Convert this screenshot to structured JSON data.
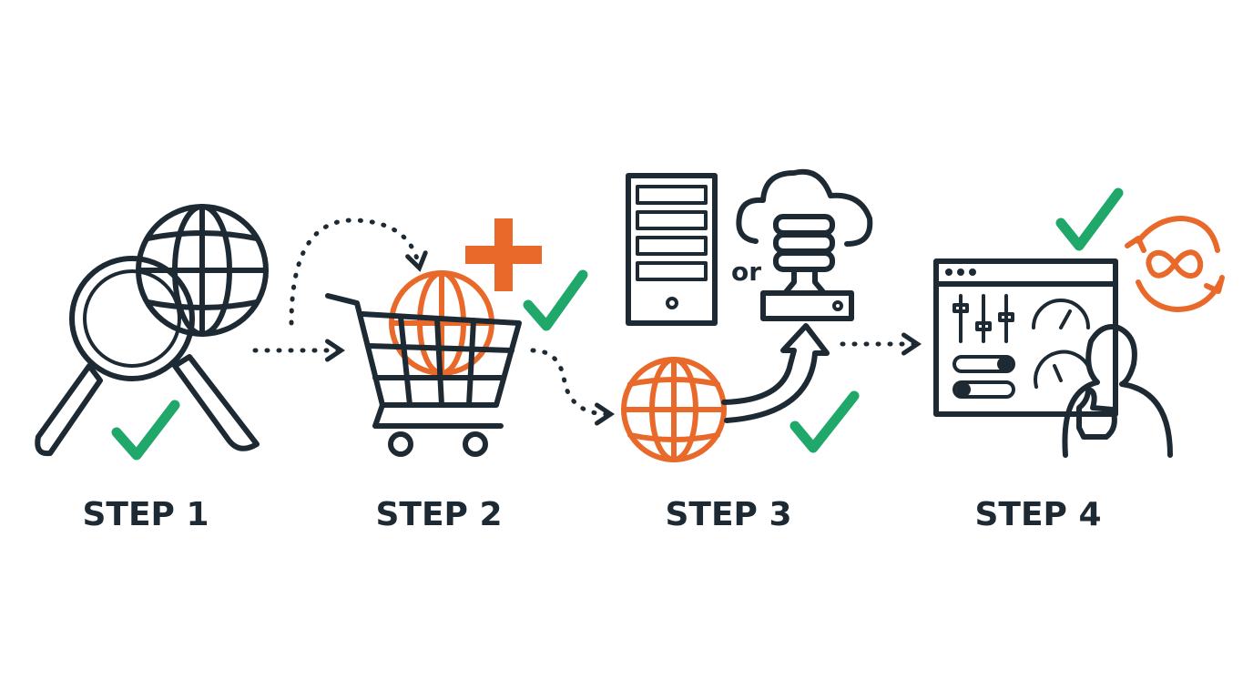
{
  "steps": [
    {
      "label": "STEP 1",
      "icon": "magnifier-globe-icon"
    },
    {
      "label": "STEP 2",
      "icon": "cart-globe-icon"
    },
    {
      "label": "STEP 3",
      "icon": "server-or-cloud-icon"
    },
    {
      "label": "STEP 4",
      "icon": "dashboard-user-icon"
    }
  ],
  "step3_or": "or",
  "colors": {
    "ink": "#1e2a33",
    "accent": "#e8692a",
    "check": "#1fa86a"
  }
}
